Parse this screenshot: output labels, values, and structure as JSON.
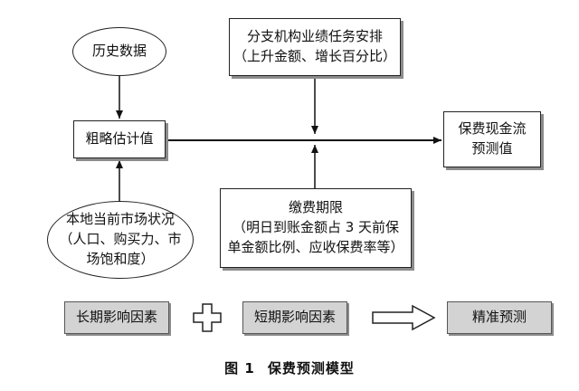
{
  "diagram": {
    "historical_data": "历史数据",
    "branch_tasks": {
      "line1": "分支机构业绩任务安排",
      "line2": "（上升金额、增长百分比）"
    },
    "rough_estimate": "粗略估计值",
    "cashflow_forecast": {
      "line1": "保费现金流",
      "line2": "预测值"
    },
    "payment_period": {
      "line1": "缴费期限",
      "line2": "（明日到账金额占 3 天前保",
      "line3": "单金额比例、应收保费率等）"
    },
    "local_market": {
      "line1": "本地当前市场状况",
      "line2": "（人口、购买力、市",
      "line3": "场饱和度）"
    }
  },
  "legend": {
    "long_term": "长期影响因素",
    "short_term": "短期影响因素",
    "precise_forecast": "精准预测",
    "plus_icon": "plus-icon",
    "arrow_icon": "hollow-right-arrow-icon"
  },
  "caption": {
    "number": "图 1",
    "title": "保费预测模型"
  }
}
